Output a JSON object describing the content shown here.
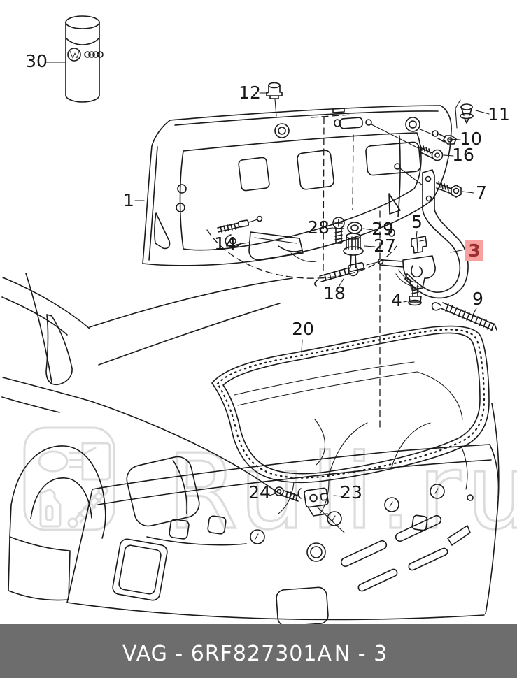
{
  "diagram": {
    "callouts": {
      "c1": "1",
      "c3": "3",
      "c4": "4",
      "c5": "5",
      "c7": "7",
      "c9": "9",
      "c10": "10",
      "c11": "11",
      "c12": "12",
      "c14": "14",
      "c16": "16",
      "c18": "18",
      "c20": "20",
      "c23": "23",
      "c24": "24",
      "c27": "27",
      "c28": "28",
      "c29": "29",
      "c30": "30"
    },
    "highlighted_callout": "3"
  },
  "watermark": {
    "text": "Ruli.ru"
  },
  "footer": {
    "left": "VAG - 6RF827301A",
    "right": "N - 3"
  },
  "colors": {
    "line": "#1a1a1a",
    "watermark": "#dcdcdc",
    "footer_bg": "#6d6d6d",
    "footer_text": "#ffffff",
    "highlight_bg": "#f7a0a0",
    "highlight_text": "#9c2f2f"
  }
}
